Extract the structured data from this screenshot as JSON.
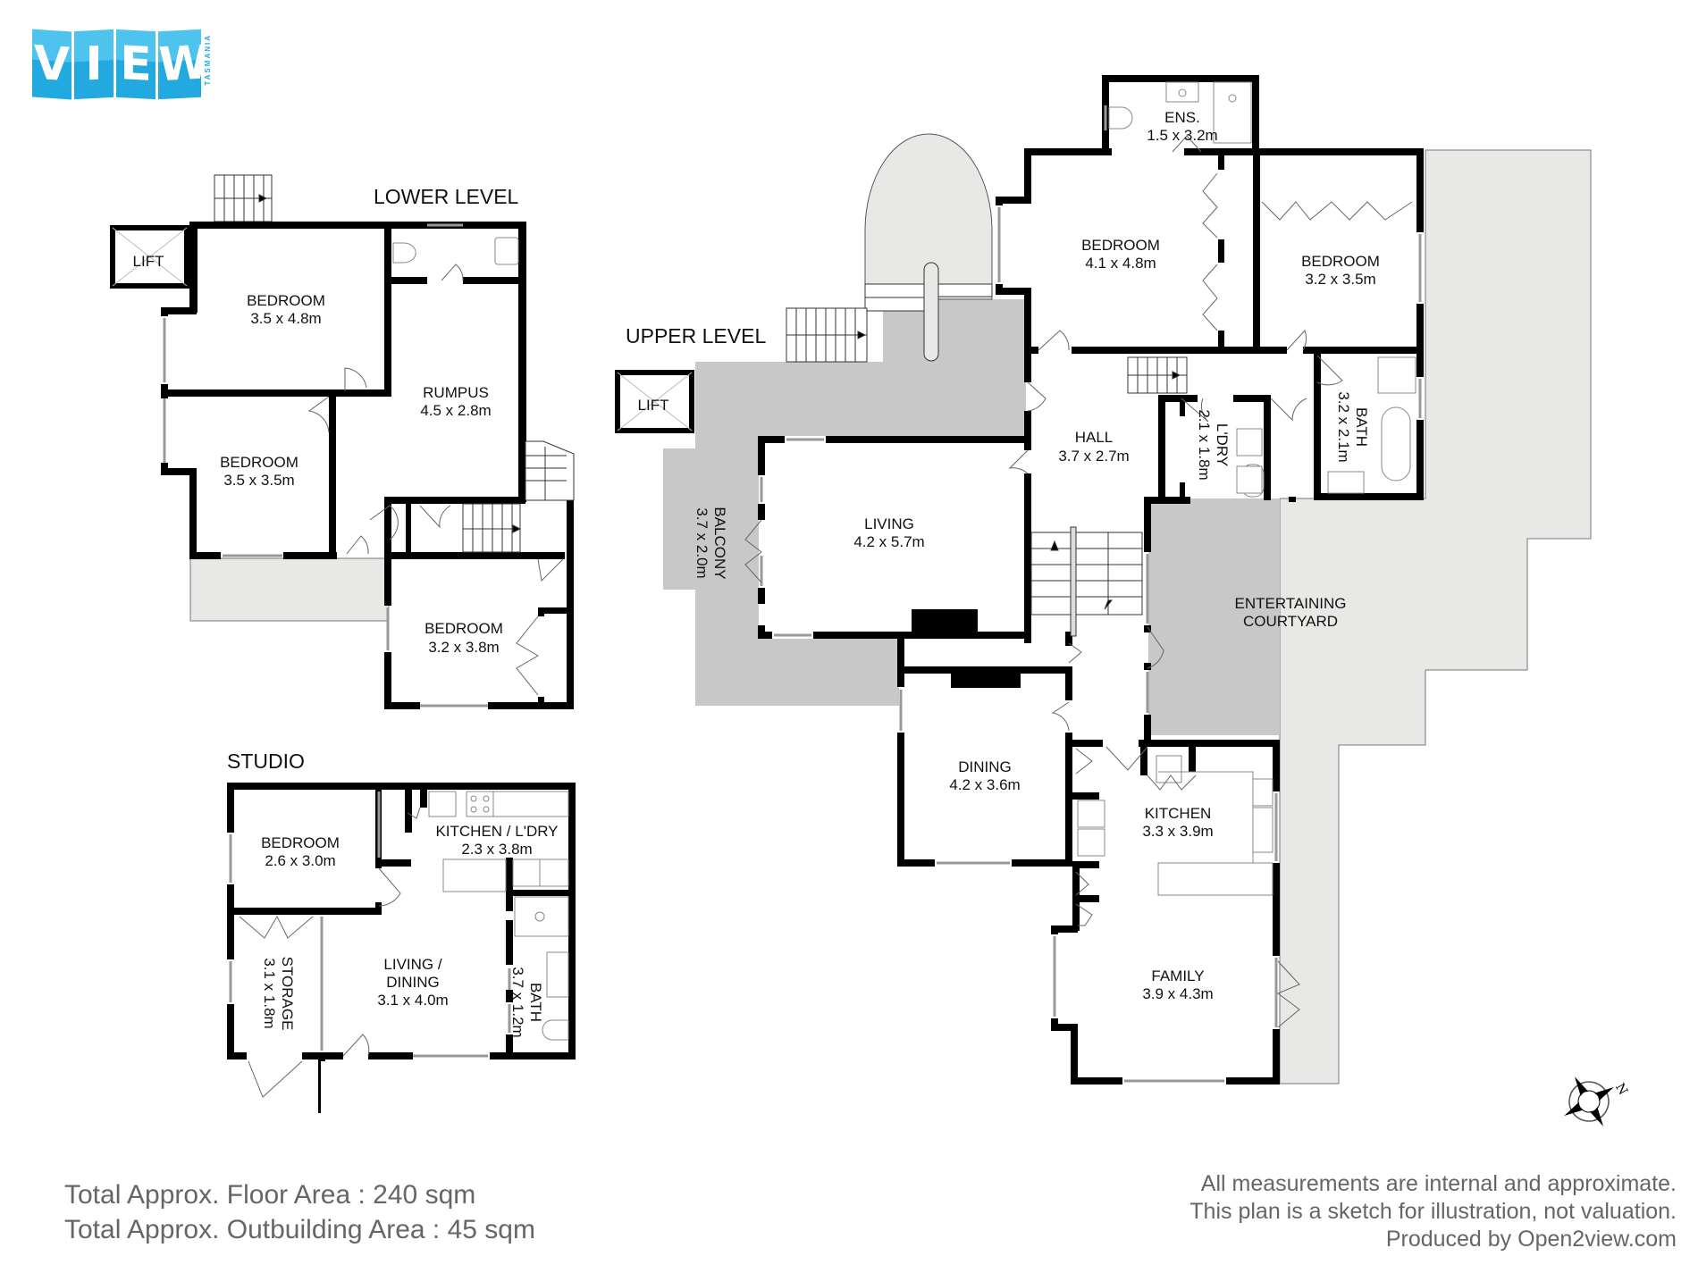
{
  "brand": {
    "logo_text": "VIEW",
    "logo_letters": [
      "V",
      "I",
      "E",
      "W"
    ],
    "logo_subtext": "TASMANIA",
    "colors": {
      "logo_light": "#4ec3ee",
      "logo_dark": "#22a9e0"
    }
  },
  "levels": {
    "lower": {
      "title": "LOWER LEVEL",
      "rooms": [
        {
          "name": "LIFT",
          "dims": ""
        },
        {
          "name": "BEDROOM",
          "dims": "3.5 x 4.8m"
        },
        {
          "name": "RUMPUS",
          "dims": "4.5 x 2.8m"
        },
        {
          "name": "BEDROOM",
          "dims": "3.5 x 3.5m"
        },
        {
          "name": "BEDROOM",
          "dims": "3.2 x 3.8m"
        }
      ]
    },
    "studio": {
      "title": "STUDIO",
      "rooms": [
        {
          "name": "BEDROOM",
          "dims": "2.6 x 3.0m"
        },
        {
          "name": "KITCHEN / L'DRY",
          "dims": "2.3 x 3.8m"
        },
        {
          "name": "STORAGE",
          "dims": "3.1 x 1.8m"
        },
        {
          "name_line1": "LIVING /",
          "name_line2": "DINING",
          "dims": "3.1 x 4.0m"
        },
        {
          "name": "BATH",
          "dims": "3.7 x 1.2m"
        }
      ]
    },
    "upper": {
      "title": "UPPER LEVEL",
      "rooms": [
        {
          "name": "ENS.",
          "dims": "1.5 x 3.2m"
        },
        {
          "name": "BEDROOM",
          "dims": "4.1 x 4.8m"
        },
        {
          "name": "BEDROOM",
          "dims": "3.2 x 3.5m"
        },
        {
          "name": "LIFT",
          "dims": ""
        },
        {
          "name": "HALL",
          "dims": "3.7 x 2.7m"
        },
        {
          "name": "L'DRY",
          "dims": "2.1 x 1.8m"
        },
        {
          "name": "BATH",
          "dims": "3.2 x 2.1m"
        },
        {
          "name": "BALCONY",
          "dims": "3.7 x 2.0m"
        },
        {
          "name": "LIVING",
          "dims": "4.2 x 5.7m"
        },
        {
          "name_line1": "ENTERTAINING",
          "name_line2": "COURTYARD",
          "dims": ""
        },
        {
          "name": "DINING",
          "dims": "4.2 x 3.6m"
        },
        {
          "name": "KITCHEN",
          "dims": "3.3 x 3.9m"
        },
        {
          "name": "FAMILY",
          "dims": "3.9 x 4.3m"
        }
      ]
    }
  },
  "compass": {
    "north_label": "N"
  },
  "footer": {
    "floor_area": "Total Approx. Floor Area : 240 sqm",
    "outbuilding_area": "Total Approx. Outbuilding Area : 45 sqm",
    "disclaimer_1": "All measurements are internal and approximate.",
    "disclaimer_2": "This plan is a sketch for illustration, not valuation.",
    "producer": "Produced by Open2view.com"
  },
  "colors": {
    "wall": "#000000",
    "outdoor_light": "#e8e8e6",
    "outdoor_dark": "#c8c8c8",
    "text_grey": "#666666"
  }
}
